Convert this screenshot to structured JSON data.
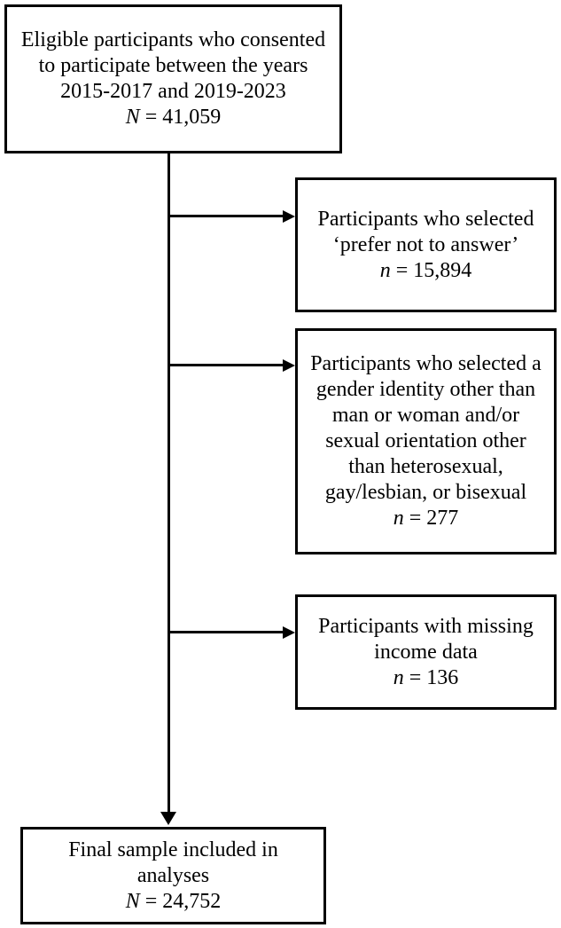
{
  "figure": {
    "kind": "participant-flow-diagram",
    "colors": {
      "ink": "#000000",
      "background": "#ffffff"
    },
    "nodes": {
      "eligible": {
        "body": "Eligible participants who consented\nto participate between the years\n2015-2017 and 2019-2023",
        "count_symbol": "N",
        "count_value": "= 41,059"
      },
      "prefer_not_answer": {
        "body": "Participants who selected\n‘prefer not to answer’",
        "count_symbol": "n",
        "count_value": "= 15,894"
      },
      "gender_sexuality": {
        "body": "Participants who selected a\ngender identity other than\nman or woman and/or\nsexual orientation other\nthan heterosexual,\ngay/lesbian, or bisexual",
        "count_symbol": "n",
        "count_value": "= 277"
      },
      "missing_income": {
        "body": "Participants with missing\nincome data",
        "count_symbol": "n",
        "count_value": "= 136"
      },
      "final_sample": {
        "body": "Final sample included in\nanalyses",
        "count_symbol": "N",
        "count_value": "= 24,752"
      }
    }
  }
}
